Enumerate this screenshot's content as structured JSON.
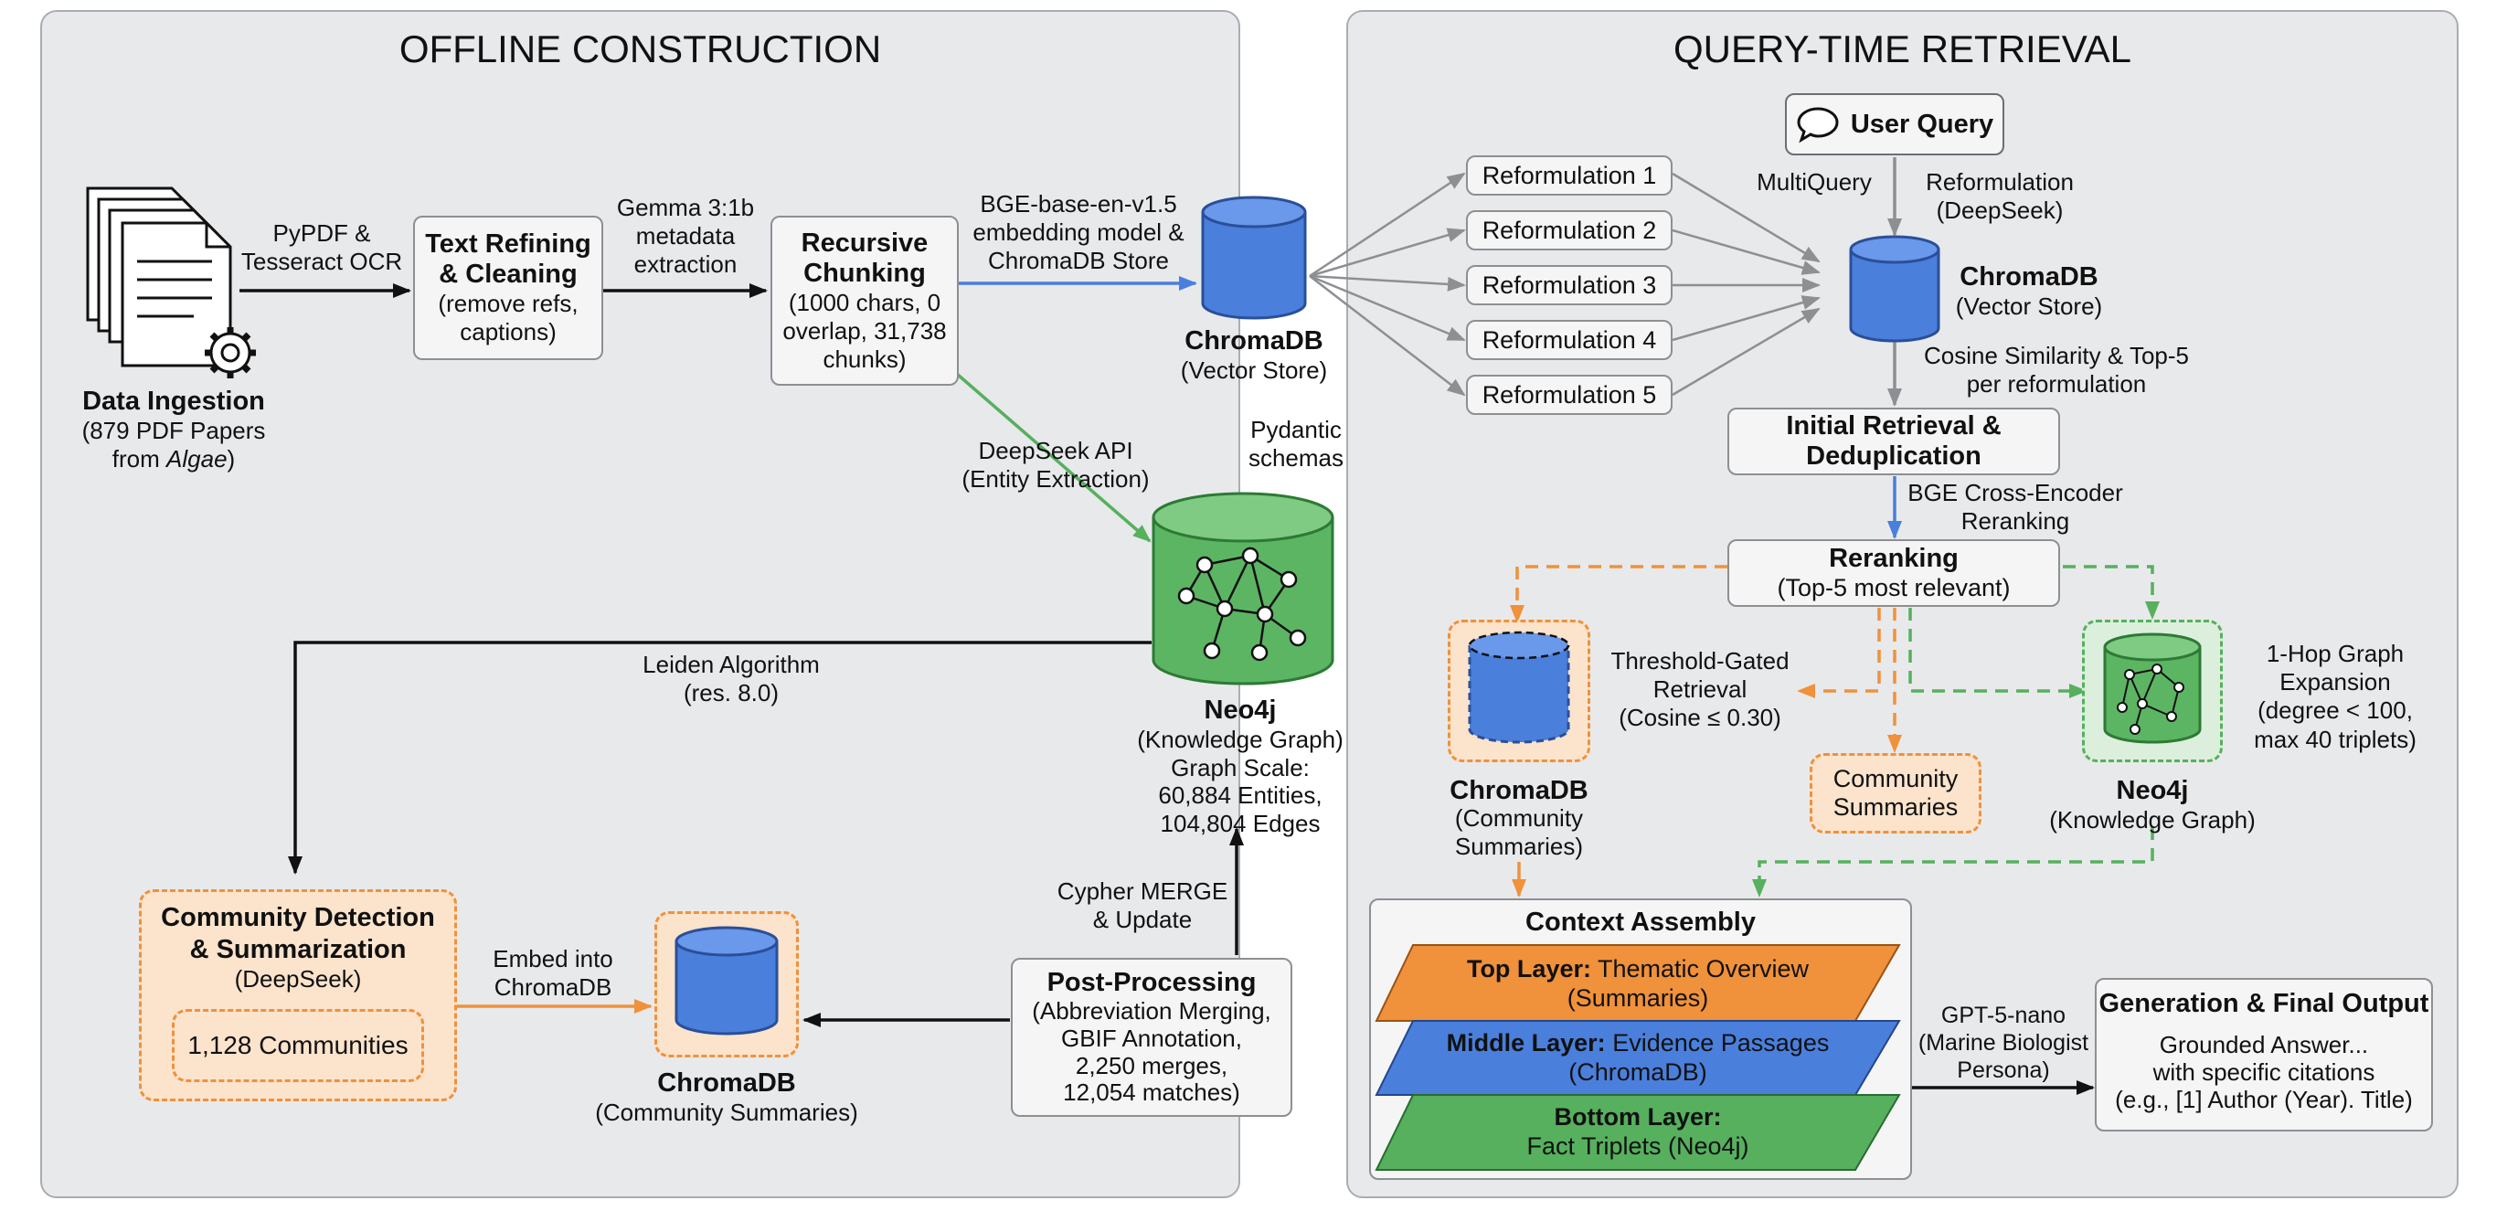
{
  "offline": {
    "title": "OFFLINE CONSTRUCTION",
    "ingestion": {
      "title": "Data Ingestion",
      "line1": "(879 PDF Papers",
      "line2a": "from ",
      "line2b": "Algae",
      "line2c": ")"
    },
    "pypdf": [
      "PyPDF &",
      "Tesseract OCR"
    ],
    "refining": {
      "title": [
        "Text Refining",
        "& Cleaning"
      ],
      "body": [
        "(remove refs,",
        "captions)"
      ]
    },
    "gemma": [
      "Gemma 3:1b",
      "metadata",
      "extraction"
    ],
    "chunking": {
      "title": [
        "Recursive",
        "Chunking"
      ],
      "body": [
        "(1000 chars, 0",
        "overlap, 31,738",
        "chunks)"
      ]
    },
    "bge": [
      "BGE-base-en-v1.5",
      "embedding model &",
      "ChromaDB Store"
    ],
    "chroma_vec": {
      "title": "ChromaDB",
      "sub": "(Vector Store)"
    },
    "deepseek_api": [
      "DeepSeek API",
      "(Entity Extraction)"
    ],
    "pydantic": [
      "Pydantic",
      "schemas"
    ],
    "neo4j": {
      "title": "Neo4j",
      "lines": [
        "(Knowledge Graph)",
        "Graph Scale:",
        "60,884 Entities,",
        "104,804 Edges"
      ]
    },
    "leiden": [
      "Leiden Algorithm",
      "(res. 8.0)"
    ],
    "community": {
      "title": [
        "Community Detection",
        "& Summarization"
      ],
      "sub": "(DeepSeek)",
      "count": "1,128 Communities"
    },
    "embed": [
      "Embed into",
      "ChromaDB"
    ],
    "chroma_comm": {
      "title": "ChromaDB",
      "sub": "(Community Summaries)"
    },
    "cypher": [
      "Cypher MERGE",
      "& Update"
    ],
    "post": {
      "title": "Post-Processing",
      "body": [
        "(Abbreviation Merging,",
        "GBIF Annotation,",
        "2,250 merges,",
        "12,054 matches)"
      ]
    }
  },
  "query": {
    "title": "QUERY-TIME RETRIEVAL",
    "user_query": "User Query",
    "multiquery": "MultiQuery",
    "reform_label": [
      "Reformulation",
      "(DeepSeek)"
    ],
    "reformulations": [
      "Reformulation 1",
      "Reformulation 2",
      "Reformulation 3",
      "Reformulation 4",
      "Reformulation 5"
    ],
    "chroma_vec": {
      "title": "ChromaDB",
      "sub": "(Vector Store)"
    },
    "cosine": [
      "Cosine Similarity & Top-5",
      "per reformulation"
    ],
    "initial": [
      "Initial Retrieval &",
      "Deduplication"
    ],
    "cross": [
      "BGE Cross-Encoder",
      "Reranking"
    ],
    "rerank": {
      "title": "Reranking",
      "sub": "(Top-5 most relevant)"
    },
    "threshold": [
      "Threshold-Gated",
      "Retrieval",
      "(Cosine ≤ 0.30)"
    ],
    "chroma_comm": {
      "title": "ChromaDB",
      "sub": [
        "(Community",
        "Summaries)"
      ]
    },
    "comm_summaries": [
      "Community",
      "Summaries"
    ],
    "hop": [
      "1-Hop Graph",
      "Expansion",
      "(degree < 100,",
      "max 40 triplets)"
    ],
    "neo4j": {
      "title": "Neo4j",
      "sub": "(Knowledge Graph)"
    },
    "context": {
      "title": "Context Assembly",
      "top_b": "Top Layer:",
      "top_t": " Thematic Overview",
      "top_sub": "(Summaries)",
      "mid_b": "Middle Layer:",
      "mid_t": " Evidence Passages",
      "mid_sub": "(ChromaDB)",
      "bot_b": "Bottom Layer:",
      "bot_sub": "Fact Triplets (Neo4j)"
    },
    "gpt": [
      "GPT-5-nano",
      "(Marine Biologist",
      "Persona)"
    ],
    "generation": {
      "title": "Generation & Final Output",
      "body": [
        "Grounded Answer...",
        "with specific citations",
        "(e.g., [1] Author (Year). Title)"
      ]
    }
  },
  "colors": {
    "blue": "#4a7fdc",
    "green": "#56b05e",
    "orange": "#f0913b",
    "gray": "#8d8f93",
    "black": "#111111"
  }
}
